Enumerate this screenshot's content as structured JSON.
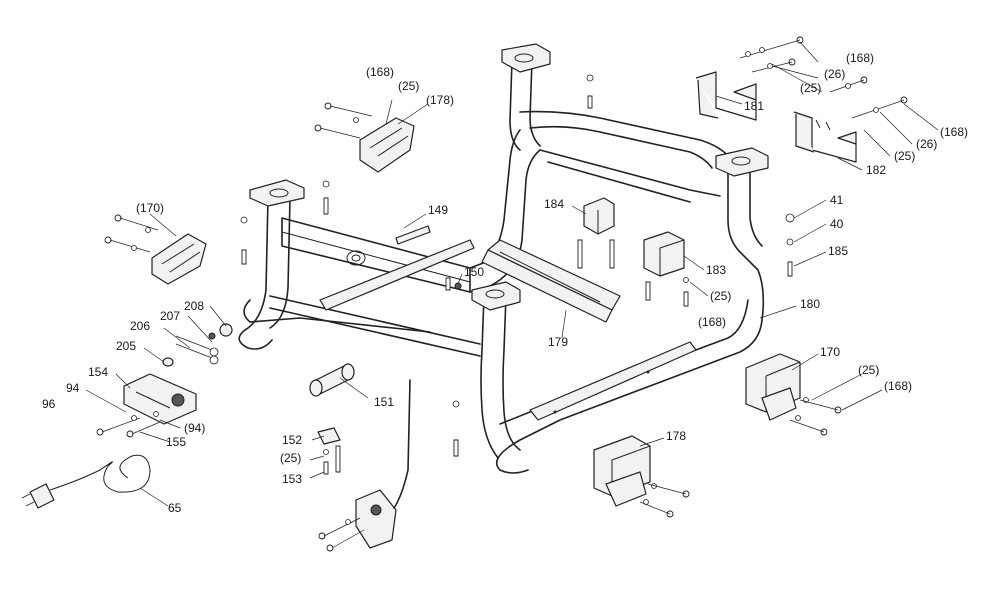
{
  "diagram": {
    "labels": [
      {
        "id": "l168a",
        "text": "(168)"
      },
      {
        "id": "l25a",
        "text": "(25)"
      },
      {
        "id": "l178a",
        "text": "(178)"
      },
      {
        "id": "l170a",
        "text": "(170)"
      },
      {
        "id": "l149",
        "text": "149"
      },
      {
        "id": "l150",
        "text": "150"
      },
      {
        "id": "l184",
        "text": "184"
      },
      {
        "id": "l168b",
        "text": "(168)"
      },
      {
        "id": "l26a",
        "text": "(26)"
      },
      {
        "id": "l25b",
        "text": "(25)"
      },
      {
        "id": "l181",
        "text": "181"
      },
      {
        "id": "l168c",
        "text": "(168)"
      },
      {
        "id": "l26b",
        "text": "(26)"
      },
      {
        "id": "l25c",
        "text": "(25)"
      },
      {
        "id": "l182",
        "text": "182"
      },
      {
        "id": "l41",
        "text": "41"
      },
      {
        "id": "l40",
        "text": "40"
      },
      {
        "id": "l185",
        "text": "185"
      },
      {
        "id": "l183",
        "text": "183"
      },
      {
        "id": "l25d",
        "text": "(25)"
      },
      {
        "id": "l168d",
        "text": "(168)"
      },
      {
        "id": "l180",
        "text": "180"
      },
      {
        "id": "l170",
        "text": "170"
      },
      {
        "id": "l25e",
        "text": "(25)"
      },
      {
        "id": "l168e",
        "text": "(168)"
      },
      {
        "id": "l208",
        "text": "208"
      },
      {
        "id": "l207",
        "text": "207"
      },
      {
        "id": "l206",
        "text": "206"
      },
      {
        "id": "l205",
        "text": "205"
      },
      {
        "id": "l154",
        "text": "154"
      },
      {
        "id": "l94a",
        "text": "94"
      },
      {
        "id": "l96",
        "text": "96"
      },
      {
        "id": "l94b",
        "text": "(94)"
      },
      {
        "id": "l155",
        "text": "155"
      },
      {
        "id": "l179",
        "text": "179"
      },
      {
        "id": "l151",
        "text": "151"
      },
      {
        "id": "l152",
        "text": "152"
      },
      {
        "id": "l25f",
        "text": "(25)"
      },
      {
        "id": "l153",
        "text": "153"
      },
      {
        "id": "l178",
        "text": "178"
      },
      {
        "id": "l65",
        "text": "65"
      }
    ]
  }
}
